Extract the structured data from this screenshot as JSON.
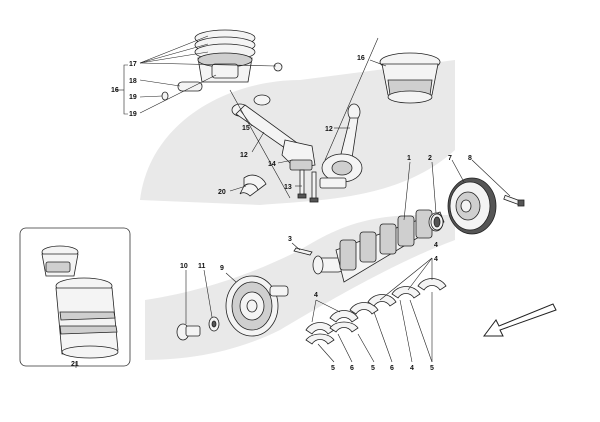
{
  "callouts": {
    "c16a": "16",
    "c17": "17",
    "c18": "18",
    "c19a": "19",
    "c19b": "19",
    "c16b": "16",
    "c15": "15",
    "c12a": "12",
    "c12b": "12",
    "c14": "14",
    "c13": "13",
    "c20": "20",
    "c1": "1",
    "c2": "2",
    "c7": "7",
    "c8": "8",
    "c3": "3",
    "c10": "10",
    "c11": "11",
    "c9": "9",
    "c4a": "4",
    "c4b": "4",
    "c4c": "4",
    "c5a": "5",
    "c6a": "6",
    "c5b": "5",
    "c6b": "6",
    "c4d": "4",
    "c5c": "5",
    "c21": "21"
  },
  "colors": {
    "swoosh": "#e9e9e9",
    "line": "#222222"
  },
  "icons": {
    "direction": "arrow-icon"
  }
}
